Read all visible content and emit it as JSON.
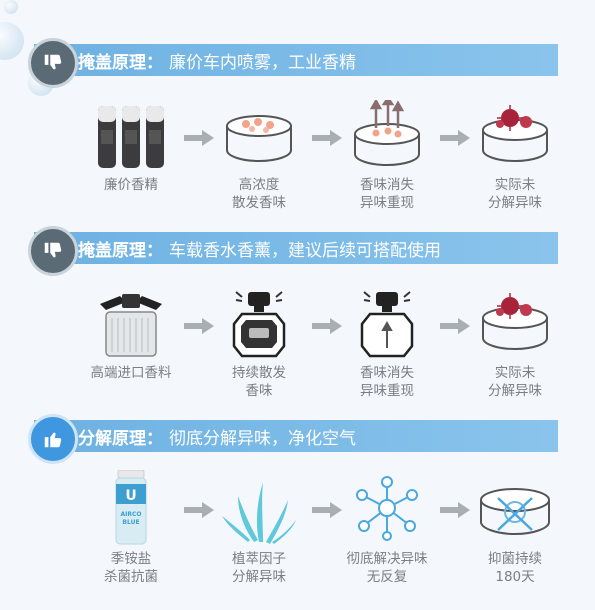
{
  "sections": [
    {
      "badge_icon": "thumbs-down-icon",
      "title_key": "掩盖原理：",
      "title_value": "廉价车内喷雾，工业香精",
      "steps": [
        {
          "label": "廉价香精",
          "icon": "spray-cans-icon"
        },
        {
          "label": "高浓度\n散发香味",
          "icon": "scent-dish-icon"
        },
        {
          "label": "香味消失\n异味重现",
          "icon": "rising-scent-icon"
        },
        {
          "label": "实际未\n分解异味",
          "icon": "germ-dish-icon"
        }
      ]
    },
    {
      "badge_icon": "thumbs-down-icon",
      "title_key": "掩盖原理：",
      "title_value": "车载香水香薰，建议后续可搭配使用",
      "steps": [
        {
          "label": "高端进口香料",
          "icon": "perfume-bottle-icon"
        },
        {
          "label": "持续散发\n香味",
          "icon": "diffuser-icon"
        },
        {
          "label": "香味消失\n异味重现",
          "icon": "diffuser-outline-icon"
        },
        {
          "label": "实际未\n分解异味",
          "icon": "germ-dish-icon"
        }
      ]
    },
    {
      "badge_icon": "thumbs-up-icon",
      "title_key": "分解原理：",
      "title_value": "彻底分解异味，净化空气",
      "steps": [
        {
          "label": "季铵盐\n杀菌抗菌",
          "icon": "spray-bottle-icon"
        },
        {
          "label": "植萃因子\n分解异味",
          "icon": "plant-leaves-icon"
        },
        {
          "label": "彻底解决异味\n无反复",
          "icon": "molecule-icon"
        },
        {
          "label": "抑菌持续\n180天",
          "icon": "no-germ-dish-icon"
        }
      ]
    }
  ],
  "product_text": {
    "line1": "U",
    "line2": "AIRCO\nBLUE"
  },
  "colors": {
    "header": "#6db1e2",
    "badge_dark": "#5b6b76",
    "badge_blue": "#3f97df",
    "label": "#7a7f85",
    "germ": "#a8233a"
  }
}
